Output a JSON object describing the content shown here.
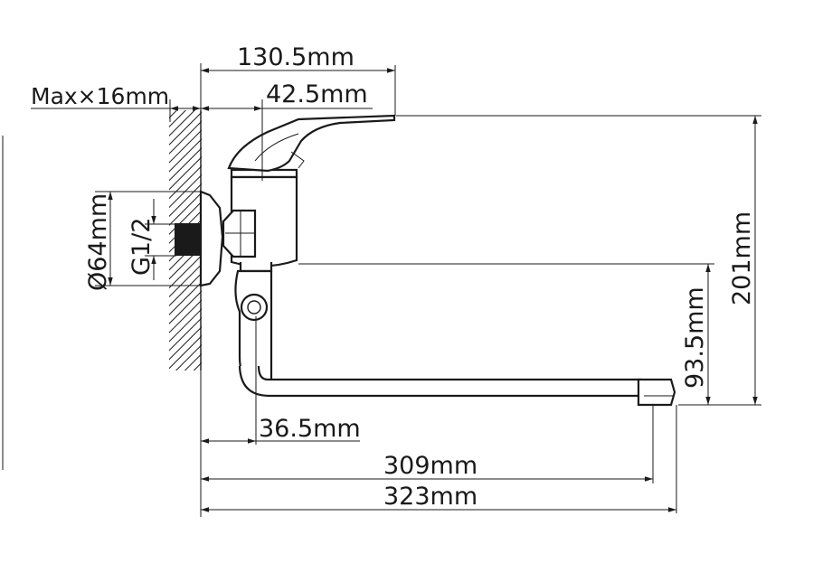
{
  "dimensions": {
    "overall_reach_top": "130.5mm",
    "handle_offset": "42.5mm",
    "wall_max": "Max×16mm",
    "flange_diameter": "Ø64mm",
    "thread": "G1/2",
    "total_height": "201mm",
    "spout_height": "93.5mm",
    "spout_base_offset": "36.5mm",
    "spout_reach": "309mm",
    "overall_length": "323mm"
  }
}
